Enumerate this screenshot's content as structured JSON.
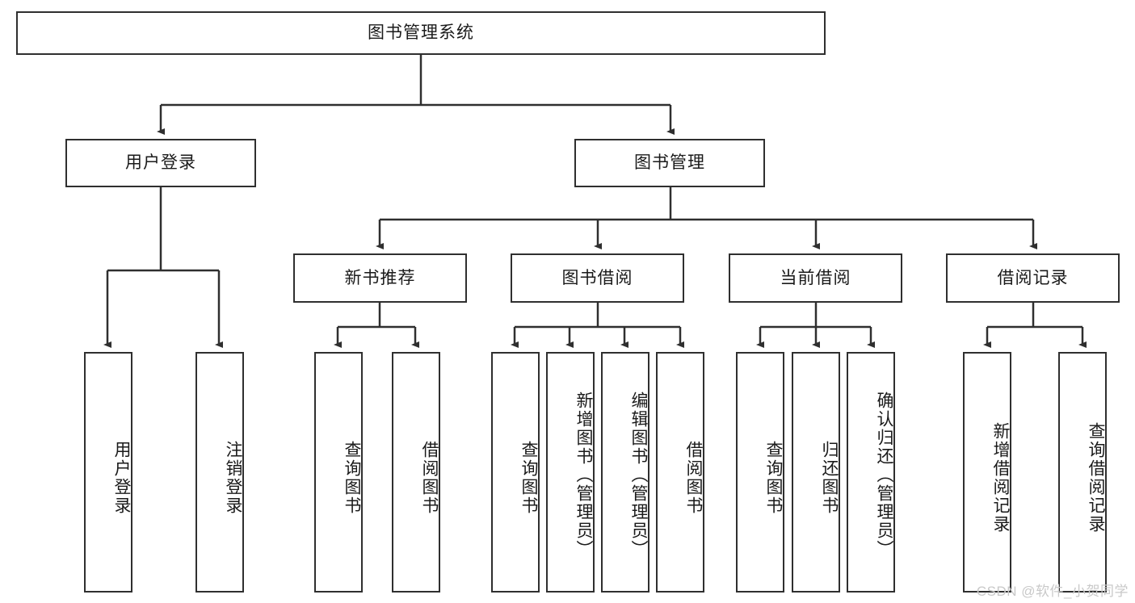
{
  "diagram": {
    "title": "图书管理系统",
    "type": "tree-hierarchy-chart",
    "colors": {
      "box_border": "#2f2f2f",
      "box_fill": "#ffffff",
      "line": "#2f2f2f",
      "text": "#1a1a1a",
      "watermark": "#c9c9c9"
    },
    "root": {
      "label": "图书管理系统",
      "orientation": "horizontal"
    },
    "level2": [
      {
        "label": "用户登录",
        "orientation": "horizontal"
      },
      {
        "label": "图书管理",
        "orientation": "horizontal"
      }
    ],
    "level3": [
      {
        "label": "新书推荐",
        "orientation": "horizontal"
      },
      {
        "label": "图书借阅",
        "orientation": "horizontal"
      },
      {
        "label": "当前借阅",
        "orientation": "horizontal"
      },
      {
        "label": "借阅记录",
        "orientation": "horizontal"
      }
    ],
    "leaves": {
      "user_login": [
        {
          "label": "用户登录",
          "orientation": "vertical"
        },
        {
          "label": "注销登录",
          "orientation": "vertical"
        }
      ],
      "new_book_recommend": [
        {
          "label": "查询图书",
          "orientation": "vertical"
        },
        {
          "label": "借阅图书",
          "orientation": "vertical"
        }
      ],
      "book_borrow": [
        {
          "label": "查询图书",
          "orientation": "vertical"
        },
        {
          "label": "新增图书（管理员）",
          "orientation": "vertical"
        },
        {
          "label": "编辑图书（管理员）",
          "orientation": "vertical"
        },
        {
          "label": "借阅图书",
          "orientation": "vertical"
        }
      ],
      "current_borrow": [
        {
          "label": "查询图书",
          "orientation": "vertical"
        },
        {
          "label": "归还图书",
          "orientation": "vertical"
        },
        {
          "label": "确认归还（管理员）",
          "orientation": "vertical"
        }
      ],
      "borrow_record": [
        {
          "label": "新增借阅记录",
          "orientation": "vertical"
        },
        {
          "label": "查询借阅记录",
          "orientation": "vertical"
        }
      ]
    }
  },
  "watermark": {
    "text": "CSDN @软件_小贺同学"
  }
}
